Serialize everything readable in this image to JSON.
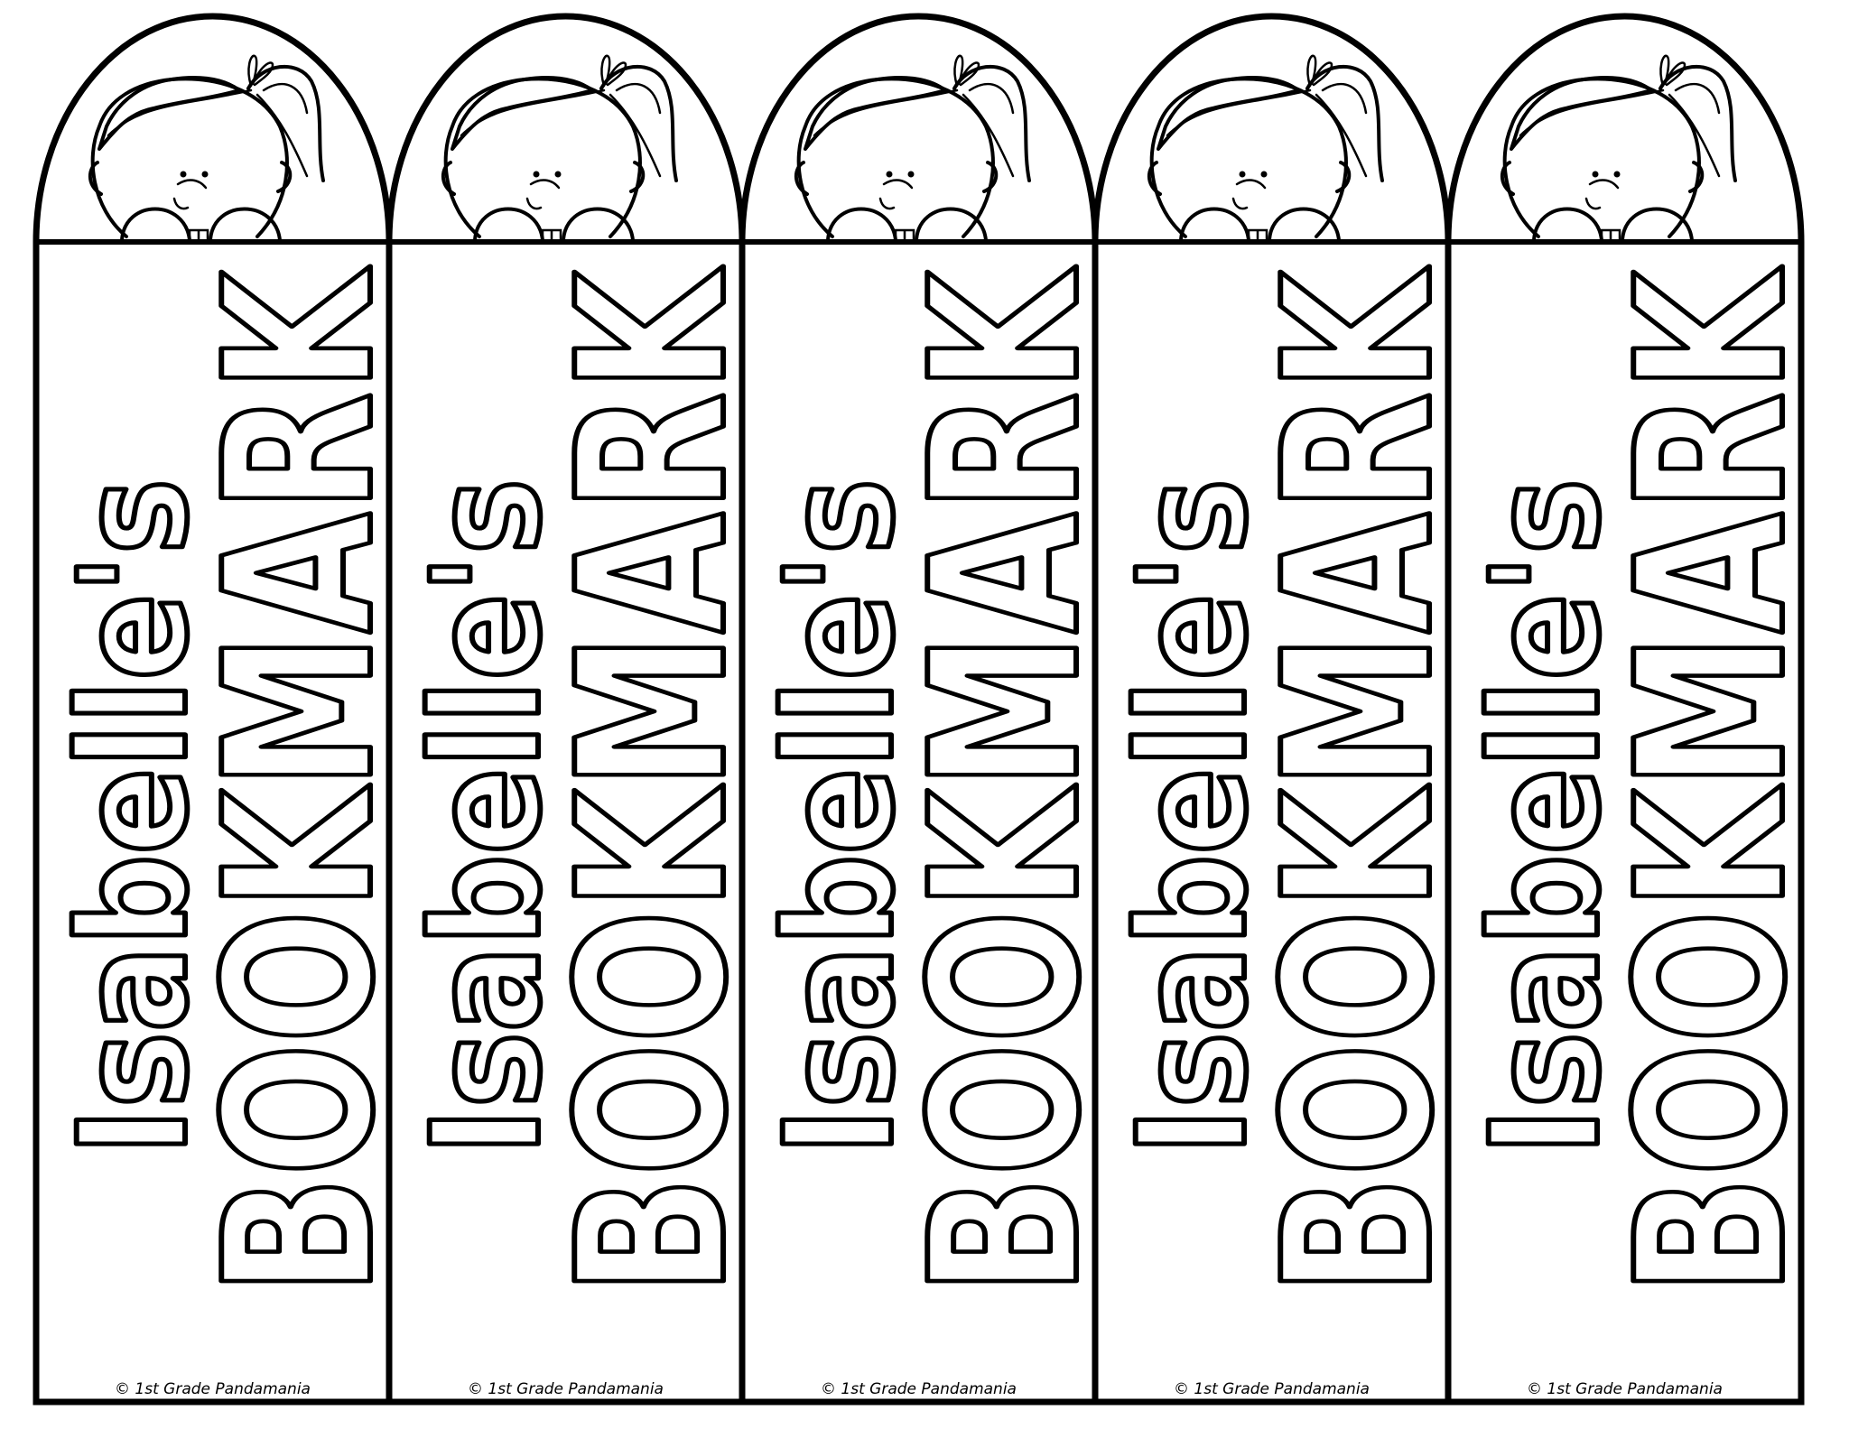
{
  "colors": {
    "ink": "#000000",
    "paper": "#ffffff"
  },
  "bookmarks": [
    {
      "name": "Isabelle's",
      "title": "BOOKMARK",
      "footer": "© 1st Grade Pandamania",
      "illustration": "girl-peeking-icon"
    },
    {
      "name": "Isabelle's",
      "title": "BOOKMARK",
      "footer": "© 1st Grade Pandamania",
      "illustration": "girl-peeking-icon"
    },
    {
      "name": "Isabelle's",
      "title": "BOOKMARK",
      "footer": "© 1st Grade Pandamania",
      "illustration": "girl-peeking-icon"
    },
    {
      "name": "Isabelle's",
      "title": "BOOKMARK",
      "footer": "© 1st Grade Pandamania",
      "illustration": "girl-peeking-icon"
    },
    {
      "name": "Isabelle's",
      "title": "BOOKMARK",
      "footer": "© 1st Grade Pandamania",
      "illustration": "girl-peeking-icon"
    }
  ]
}
